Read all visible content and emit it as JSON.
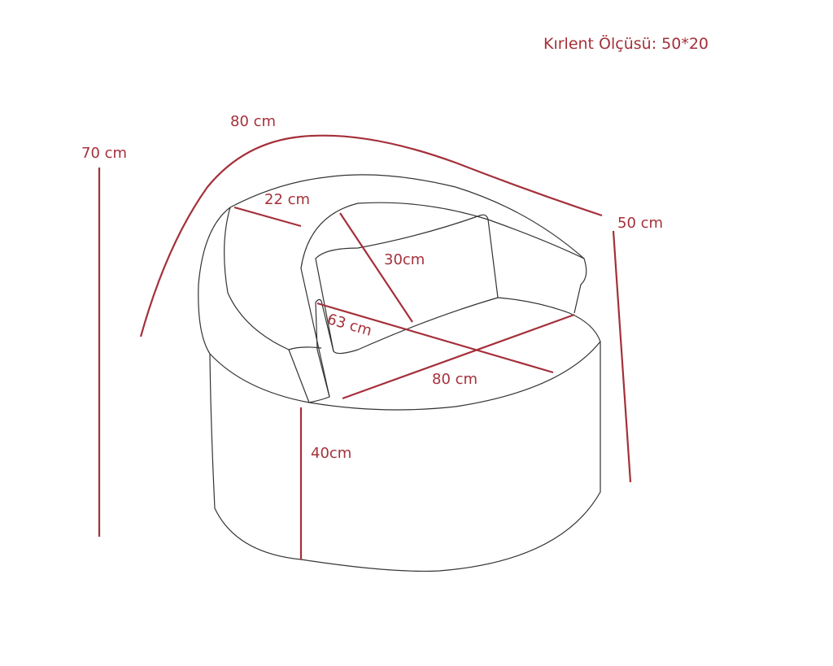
{
  "title": {
    "cushion_size": "Kırlent Ölçüsü: 50*20"
  },
  "colors": {
    "dimension_red": "#a4303a",
    "outline": "#333333",
    "background": "#ffffff"
  },
  "dimensions": {
    "total_height": "70 cm",
    "back_arc_width": "80 cm",
    "armrest_width": "22 cm",
    "cushion_height": "30cm",
    "seat_depth": "63 cm",
    "seat_width": "80 cm",
    "side_depth": "50 cm",
    "seat_height": "40cm"
  }
}
